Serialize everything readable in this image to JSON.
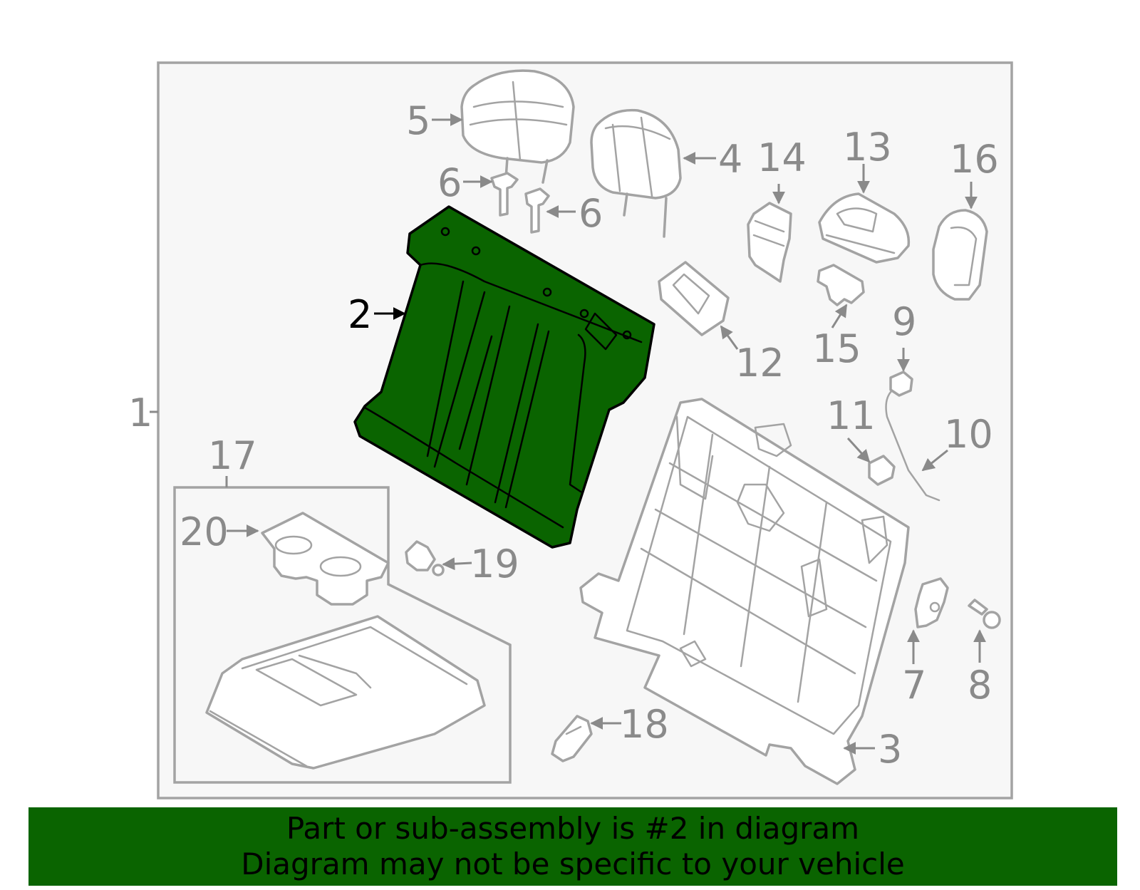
{
  "diagram": {
    "highlight_color": "#0a6400",
    "callouts": [
      "1",
      "2",
      "3",
      "4",
      "5",
      "6",
      "6",
      "7",
      "8",
      "9",
      "10",
      "11",
      "12",
      "13",
      "14",
      "15",
      "16",
      "17",
      "18",
      "19",
      "20"
    ],
    "highlighted": "2"
  },
  "banner": {
    "line1": "Part or sub-assembly is #2 in diagram",
    "line2": "Diagram may not be specific to your vehicle"
  }
}
